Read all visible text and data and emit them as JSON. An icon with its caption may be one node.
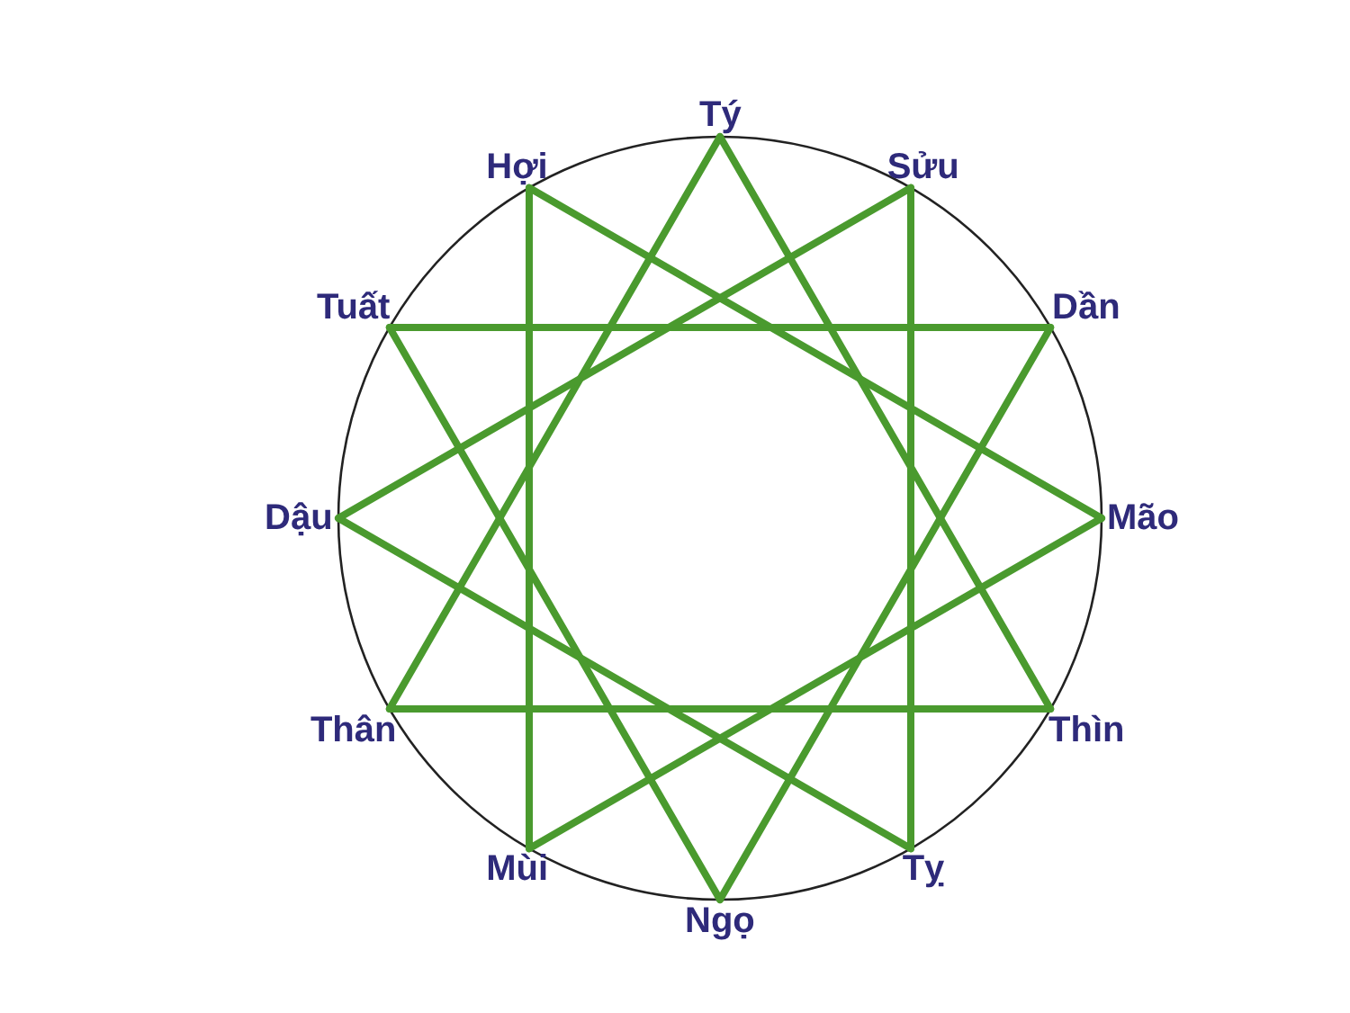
{
  "diagram": {
    "nodes": [
      {
        "text": [
          "Tý"
        ]
      },
      {
        "text": [
          "Sửu"
        ]
      },
      {
        "text": [
          "Dần"
        ]
      },
      {
        "text": [
          "Mão"
        ]
      },
      {
        "text": [
          "Thìn"
        ]
      },
      {
        "text": [
          "Tỵ"
        ]
      },
      {
        "text": [
          "Ngọ"
        ]
      },
      {
        "text": [
          "Mùi"
        ]
      },
      {
        "text": [
          "Thân"
        ]
      },
      {
        "text": [
          "Dậu"
        ]
      },
      {
        "text": [
          "Tuất"
        ]
      },
      {
        "text": [
          "Hợi"
        ]
      }
    ],
    "edges": [
      {
        "from": 0,
        "to": 4,
        "arrow": "none"
      },
      {
        "from": 4,
        "to": 8,
        "arrow": "none"
      },
      {
        "from": 8,
        "to": 0,
        "arrow": "none"
      },
      {
        "from": 1,
        "to": 5,
        "arrow": "none"
      },
      {
        "from": 5,
        "to": 9,
        "arrow": "none"
      },
      {
        "from": 9,
        "to": 1,
        "arrow": "none"
      },
      {
        "from": 2,
        "to": 6,
        "arrow": "none"
      },
      {
        "from": 6,
        "to": 10,
        "arrow": "none"
      },
      {
        "from": 10,
        "to": 2,
        "arrow": "none"
      },
      {
        "from": 3,
        "to": 7,
        "arrow": "none"
      },
      {
        "from": 7,
        "to": 11,
        "arrow": "none"
      },
      {
        "from": 11,
        "to": 3,
        "arrow": "none"
      }
    ]
  }
}
